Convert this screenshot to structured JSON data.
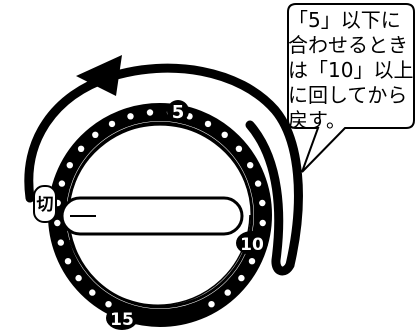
{
  "callout": {
    "lines": [
      "「5」以下に",
      "合わせるとき",
      "は「10」以上",
      "に回してから",
      "戻す。"
    ]
  },
  "dial": {
    "off_label": "切",
    "mark_5": "5",
    "mark_10": "10",
    "mark_15": "15"
  },
  "colors": {
    "ink": "#000000",
    "background": "#ffffff"
  }
}
